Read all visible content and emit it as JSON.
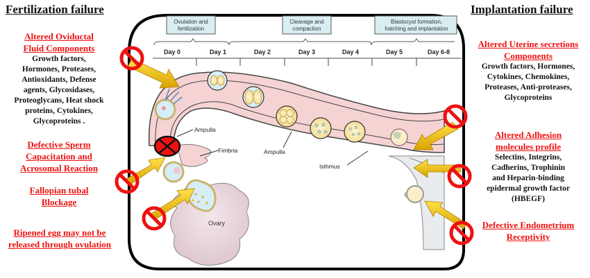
{
  "left": {
    "title": "Fertilization  failure",
    "items": [
      {
        "heading_lines": [
          "Altered Oviductal",
          "Fluid  Components"
        ],
        "body_lines": [
          "Growth  factors,",
          "Hormones, Proteases,",
          "Antioxidants,  Defense",
          "agents, Glycosidases,",
          "Proteoglycans, Heat shock",
          "proteins, Cytokines,",
          "Glycoproteins ."
        ]
      },
      {
        "heading_lines": [
          "Defective Sperm",
          "Capacitation  and",
          "Acrosomal  Reaction"
        ],
        "body_lines": []
      },
      {
        "heading_lines": [
          "Fallopian  tubal",
          "Blockage"
        ],
        "body_lines": []
      },
      {
        "heading_lines": [
          "Ripened  egg may  not  be",
          "released through  ovulation"
        ],
        "body_lines": []
      }
    ]
  },
  "right": {
    "title": "Implantation  failure",
    "items": [
      {
        "heading_lines": [
          "Altered Uterine  secretions",
          "Components"
        ],
        "body_lines": [
          "Growth  factors, Hormones,",
          "Cytokines, Chemokines,",
          "Proteases, Anti-proteases,",
          "Glycoproteins"
        ]
      },
      {
        "heading_lines": [
          "Altered  Adhesion",
          "molecules profile"
        ],
        "body_lines": [
          "Selectins, Integrins,",
          "Cadherins, Trophinin",
          "and Heparin-binding",
          "epidermal growth factor",
          "(HBEGF)"
        ]
      },
      {
        "heading_lines": [
          "Defective  Endometrium",
          "Receptivity"
        ],
        "body_lines": []
      }
    ]
  },
  "diagram": {
    "stages": [
      {
        "lines": [
          "Ovulation and",
          "fertilization"
        ]
      },
      {
        "lines": [
          "Cleavage and",
          "compaction"
        ]
      },
      {
        "lines": [
          "Blastocyst formation,",
          "hatching and implantation"
        ]
      }
    ],
    "days": [
      "Day 0",
      "Day 1",
      "Day 2",
      "Day 3",
      "Day 4",
      "Day 5",
      "Day 6-8"
    ],
    "labels": {
      "ampulla_upper": "Ampulla",
      "fimbria": "Fimbria",
      "ampulla_lower": "Ampulla",
      "isthmus": "Isthmus",
      "ovary": "Ovary"
    }
  },
  "colors": {
    "red": "#ee1111",
    "arrow": "#f2c200",
    "tube": "#f6d3d3",
    "stage_box": "#d9eef2"
  }
}
